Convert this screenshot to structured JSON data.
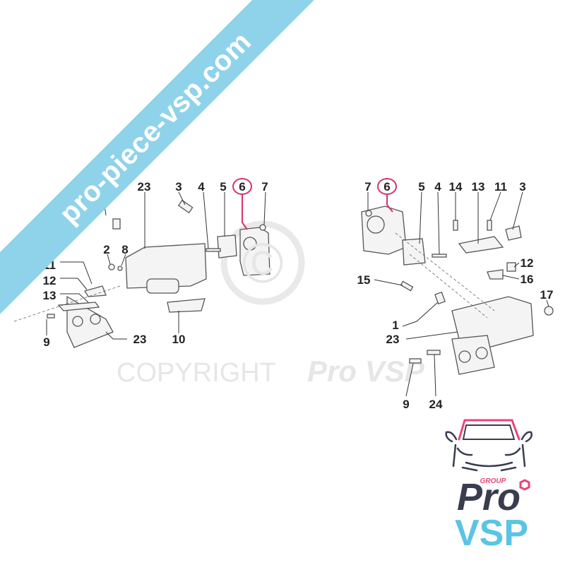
{
  "watermark": {
    "banner_text": "pro-piece-vsp.com",
    "copyright_text": "COPYRIGHT",
    "copyright_brand": "Pro VSP",
    "copyright_symbol": "©"
  },
  "left_diagram": {
    "labels": [
      "23",
      "3",
      "4",
      "5",
      "6",
      "7",
      "2",
      "8",
      "11",
      "12",
      "13",
      "9",
      "23",
      "10"
    ],
    "highlighted": "6"
  },
  "right_diagram": {
    "labels": [
      "7",
      "6",
      "5",
      "4",
      "14",
      "13",
      "11",
      "3",
      "12",
      "16",
      "15",
      "17",
      "1",
      "23",
      "9",
      "24"
    ],
    "highlighted": "6"
  },
  "logo": {
    "group": "GROUP",
    "pro": "Pro",
    "vsp": "VSP"
  },
  "colors": {
    "highlight": "#d6336c",
    "banner": "#8fd3ea",
    "logo_dark": "#3a3d4f",
    "logo_blue": "#5bc4e6",
    "logo_pink": "#e8457a"
  }
}
